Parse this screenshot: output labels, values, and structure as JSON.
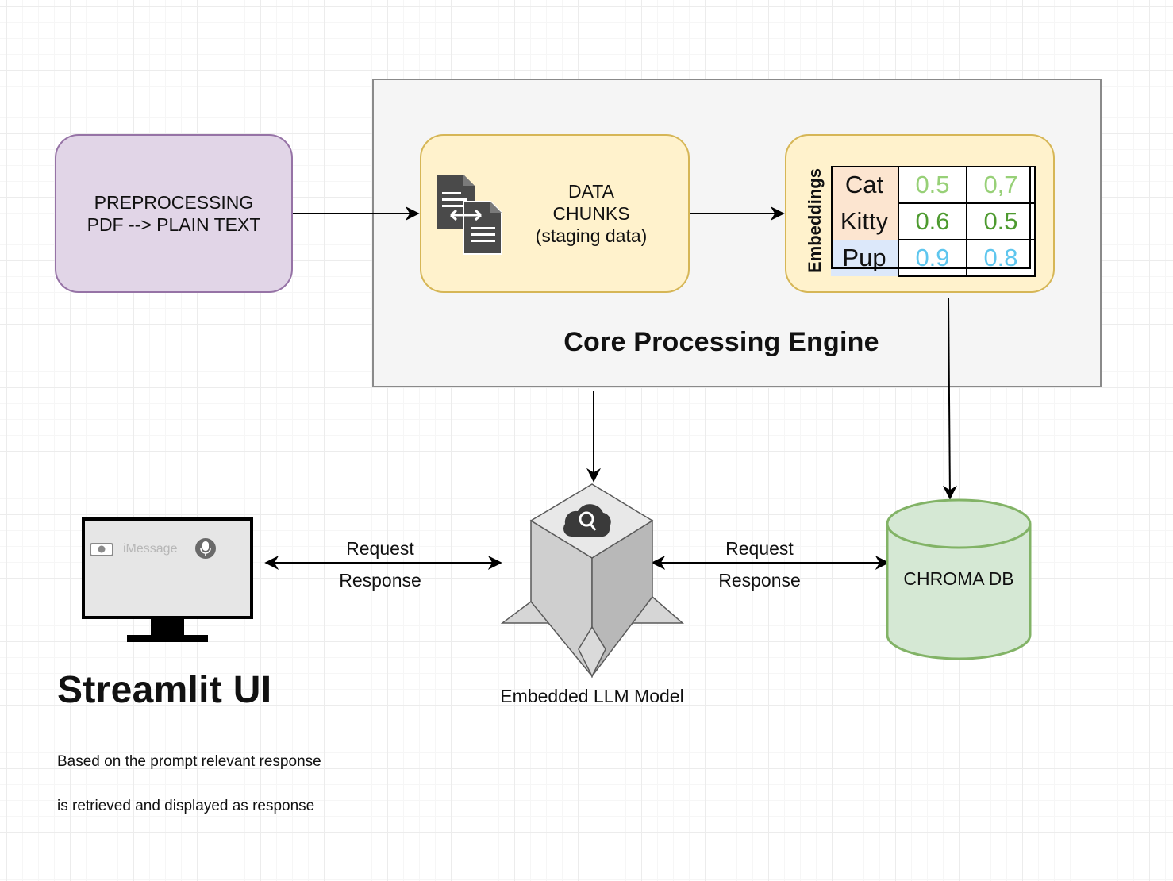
{
  "preprocessing": {
    "line1": "PREPROCESSING",
    "line2": "PDF --> PLAIN TEXT"
  },
  "data_chunks": {
    "line1": "DATA",
    "line2": "CHUNKS",
    "line3": "(staging data)",
    "icon": "documents-sync-icon"
  },
  "embeddings": {
    "label": "Embeddings",
    "rows": [
      {
        "token": "Cat",
        "v1": "0.5",
        "v2": "0,7",
        "color": "#97d077"
      },
      {
        "token": "Kitty",
        "v1": "0.6",
        "v2": "0.5",
        "color": "#4d9a2f"
      },
      {
        "token": "Pup",
        "v1": "0.9",
        "v2": "0.8",
        "color": "#5ec6ee"
      }
    ]
  },
  "core_engine": {
    "title": "Core Processing Engine"
  },
  "llm": {
    "label": "Embedded LLM Model",
    "icon": "cloud-search-icon"
  },
  "chroma": {
    "label": "CHROMA DB"
  },
  "ui_link": {
    "request": "Request",
    "response": "Response"
  },
  "db_link": {
    "request": "Request",
    "response": "Response"
  },
  "streamlit": {
    "placeholder": "iMessage",
    "title": "Streamlit UI",
    "desc_line1": "Based on the prompt relevant response",
    "desc_line2": "is retrieved and displayed as response"
  },
  "colors": {
    "preprocessing_fill": "#e1d5e7",
    "preprocessing_stroke": "#9673a6",
    "chunk_fill": "#fff2cc",
    "chunk_stroke": "#d6b656",
    "chroma_fill": "#d5e8d4",
    "chroma_stroke": "#82b366",
    "engine_fill": "#f5f5f5"
  }
}
